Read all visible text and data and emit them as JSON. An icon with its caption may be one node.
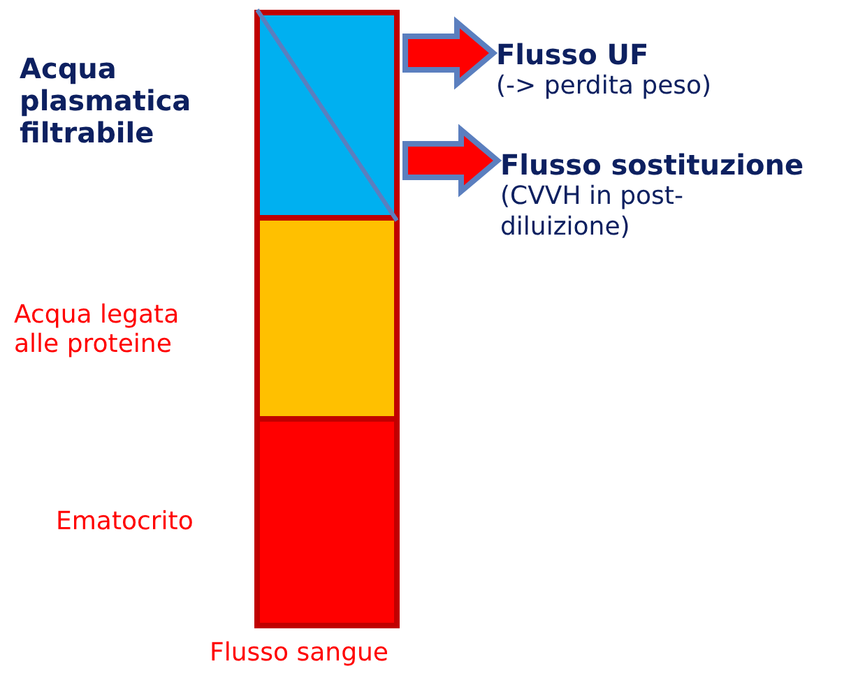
{
  "diagram": {
    "nodes": [
      {
        "text": [],
        "shape": "bar",
        "beside": [
          "Acqua plasmatica filtrabile"
        ]
      },
      {
        "text": [],
        "shape": "bar",
        "beside": [
          "Acqua legata alle proteine"
        ]
      },
      {
        "text": [],
        "shape": "bar",
        "beside": [
          "Ematocrito"
        ]
      },
      {
        "text": [
          "Flusso UF",
          "(-> perdita peso)"
        ]
      },
      {
        "text": [
          "Flusso sostituzione",
          "(CVVH in post-diluizione)"
        ]
      }
    ],
    "edges": [
      {
        "from": 0,
        "to": 3,
        "arrow": "to",
        "style": "thick"
      },
      {
        "from": 0,
        "to": 4,
        "arrow": "to",
        "style": "thick"
      }
    ],
    "labels": [
      "Flusso sangue"
    ]
  }
}
